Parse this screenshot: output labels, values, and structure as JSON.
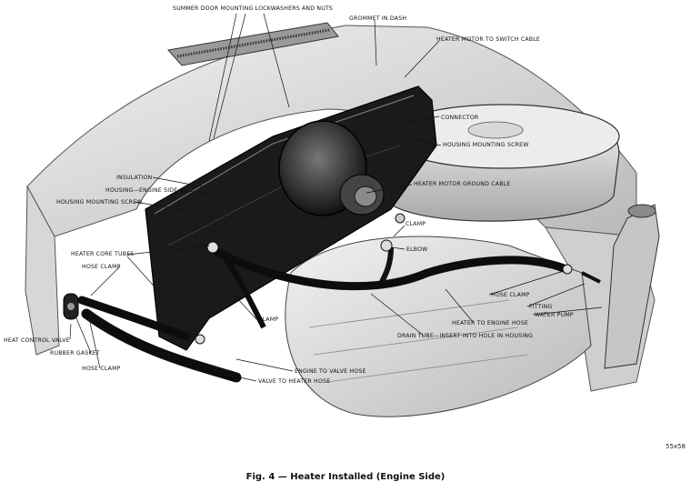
{
  "labels": {
    "summer_door": "SUMMER DOOR MOUNTING LOCKWASHERS AND NUTS",
    "grommet": "GROMMET IN DASH",
    "motor_cable": "HEATER MOTOR TO SWITCH CABLE",
    "connector": "CONNECTOR",
    "housing_screw_right": "HOUSING MOUNTING SCREW",
    "insulation": "INSULATION",
    "housing_engine_side": "HOUSING—ENGINE SIDE",
    "ground_cable": "HEATER MOTOR GROUND CABLE",
    "housing_screw_left": "HOUSING MOUNTING SCREW",
    "clamp_top": "CLAMP",
    "elbow": "ELBOW",
    "core_tubes": "HEATER CORE TUBES",
    "hose_clamp_left": "HOSE CLAMP",
    "hose_clamp_right": "HOSE CLAMP",
    "fitting": "FITTING",
    "water_pump": "WATER PUMP",
    "heater_engine_hose": "HEATER TO ENGINE HOSE",
    "clamp_mid": "CLAMP",
    "drain_tube": "DRAIN TUBE—INSERT INTO HOLE IN HOUSING",
    "control_valve": "HEAT CONTROL VALVE",
    "rubber_gasket": "RUBBER GASKET",
    "hose_clamp_bottom": "HOSE CLAMP",
    "engine_valve_hose": "ENGINE TO VALVE HOSE",
    "valve_heater_hose": "VALVE TO HEATER HOSE"
  },
  "figure_ref": "55x58",
  "caption": "Fig. 4 — Heater Installed (Engine Side)"
}
